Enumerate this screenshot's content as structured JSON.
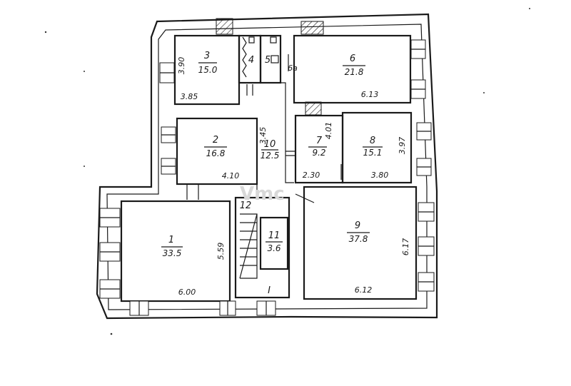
{
  "rooms": [
    {
      "id": "1",
      "number": "1",
      "area": "33.5",
      "dim_a": "5.59",
      "dim_b": "6.00"
    },
    {
      "id": "2",
      "number": "2",
      "area": "16.8",
      "dim_a": "3.45",
      "dim_b": "4.10"
    },
    {
      "id": "3",
      "number": "3",
      "area": "15.0",
      "dim_a": "3.90",
      "dim_b": "3.85"
    },
    {
      "id": "4",
      "number": "4"
    },
    {
      "id": "5",
      "number": "5"
    },
    {
      "id": "6",
      "number": "6",
      "area": "21.8",
      "dim_a": "6a",
      "dim_b": "6.13"
    },
    {
      "id": "7",
      "number": "7",
      "area": "9.2",
      "dim_a": "4.01",
      "dim_b": "2.30"
    },
    {
      "id": "8",
      "number": "8",
      "area": "15.1",
      "dim_a": "3.97",
      "dim_b": "3.80"
    },
    {
      "id": "9",
      "number": "9",
      "area": "37.8",
      "dim_a": "6.17",
      "dim_b": "6.12"
    },
    {
      "id": "10",
      "number": "10",
      "area": "12.5"
    },
    {
      "id": "11",
      "number": "11",
      "area": "3.6"
    },
    {
      "id": "12",
      "number": "12"
    }
  ],
  "stair_label": "I",
  "watermark": "Vmc"
}
